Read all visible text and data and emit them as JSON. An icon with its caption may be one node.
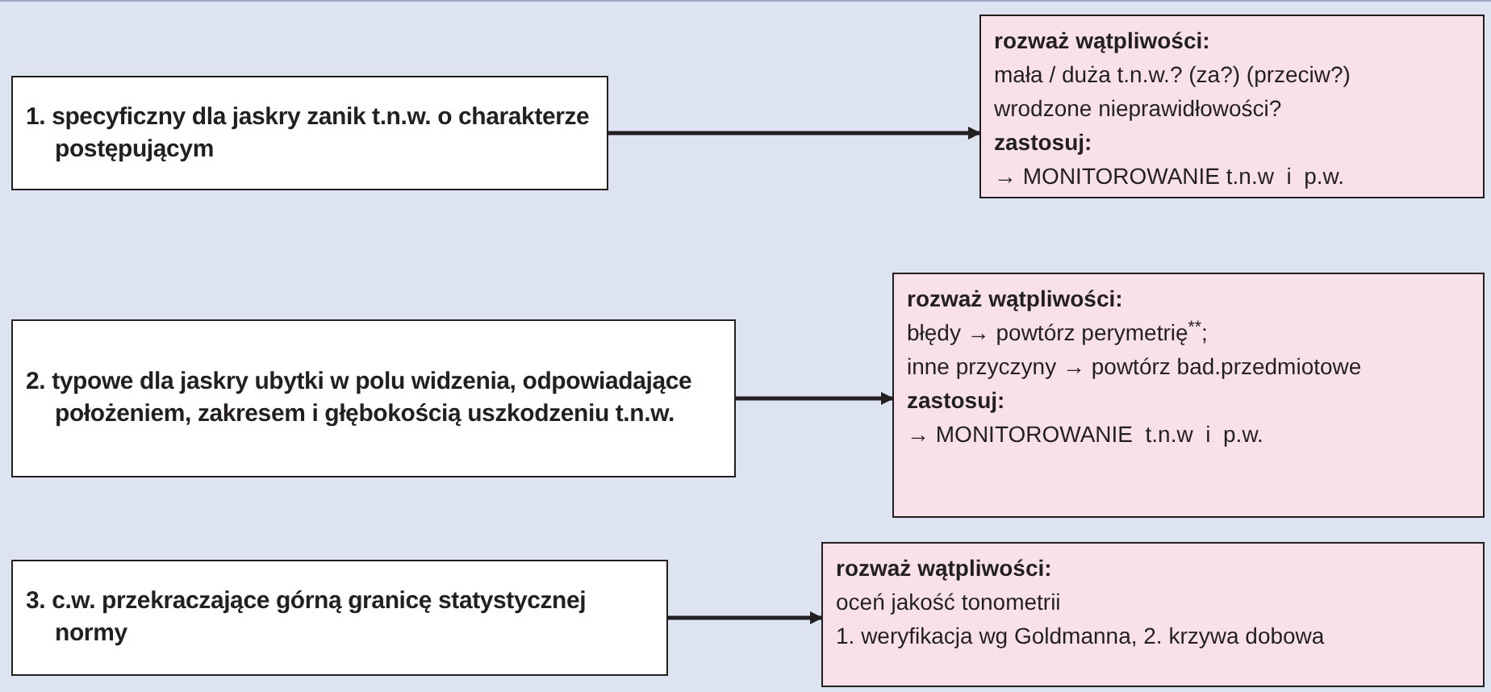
{
  "diagram": {
    "nodes": [
      {
        "text": [
          "1. specyficzny dla jaskry zanik t.n.w. o charakterze postępującym"
        ]
      },
      {
        "text": [
          "rozważ wątpliwości:",
          "mała / duża t.n.w.? (za?) (przeciw?)",
          "wrodzone nieprawidłowości?",
          "zastosuj:",
          "→ MONITOROWANIE t.n.w  i  p.w."
        ]
      },
      {
        "text": [
          "2. typowe dla jaskry ubytki w polu widzenia, odpowiadające położeniem, zakresem i głębokością uszkodzeniu  t.n.w."
        ]
      },
      {
        "text": [
          "rozważ wątpliwości:",
          "błędy → powtórz perymetrię$^{**}$;",
          "inne przyczyny → powtórz bad.przedmiotowe",
          "zastosuj:",
          "→ MONITOROWANIE  t.n.w  i  p.w."
        ]
      },
      {
        "text": [
          "3. c.w. przekraczające górną granicę statystycznej normy"
        ]
      },
      {
        "text": [
          "rozważ wątpliwości:",
          "oceń jakość tonometrii",
          "1. weryfikacja wg Goldmanna, 2. krzywa dobowa"
        ]
      }
    ],
    "edges": [
      {
        "from": 0,
        "to": 1,
        "arrow": "to"
      },
      {
        "from": 2,
        "to": 3,
        "arrow": "to"
      },
      {
        "from": 4,
        "to": 5,
        "arrow": "to"
      }
    ]
  }
}
